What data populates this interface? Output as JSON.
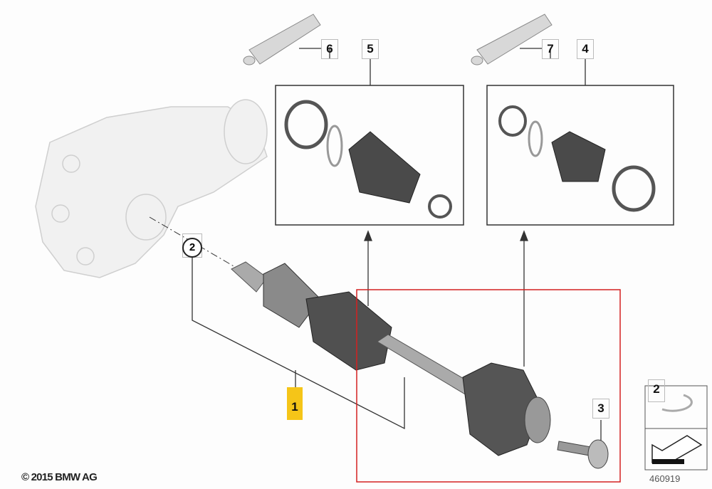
{
  "callouts": {
    "tube_left": "6",
    "boot_kit_inner": "5",
    "tube_right": "7",
    "boot_kit_outer": "4",
    "circlip": "2",
    "drive_shaft": "1",
    "bolt": "3",
    "legend_circlip": "2"
  },
  "footer": {
    "copyright": "© 2015 BMW AG",
    "diagram_number": "460919"
  },
  "colors": {
    "highlight_frame": "#d42020",
    "main_part_badge": "#f5c518"
  }
}
